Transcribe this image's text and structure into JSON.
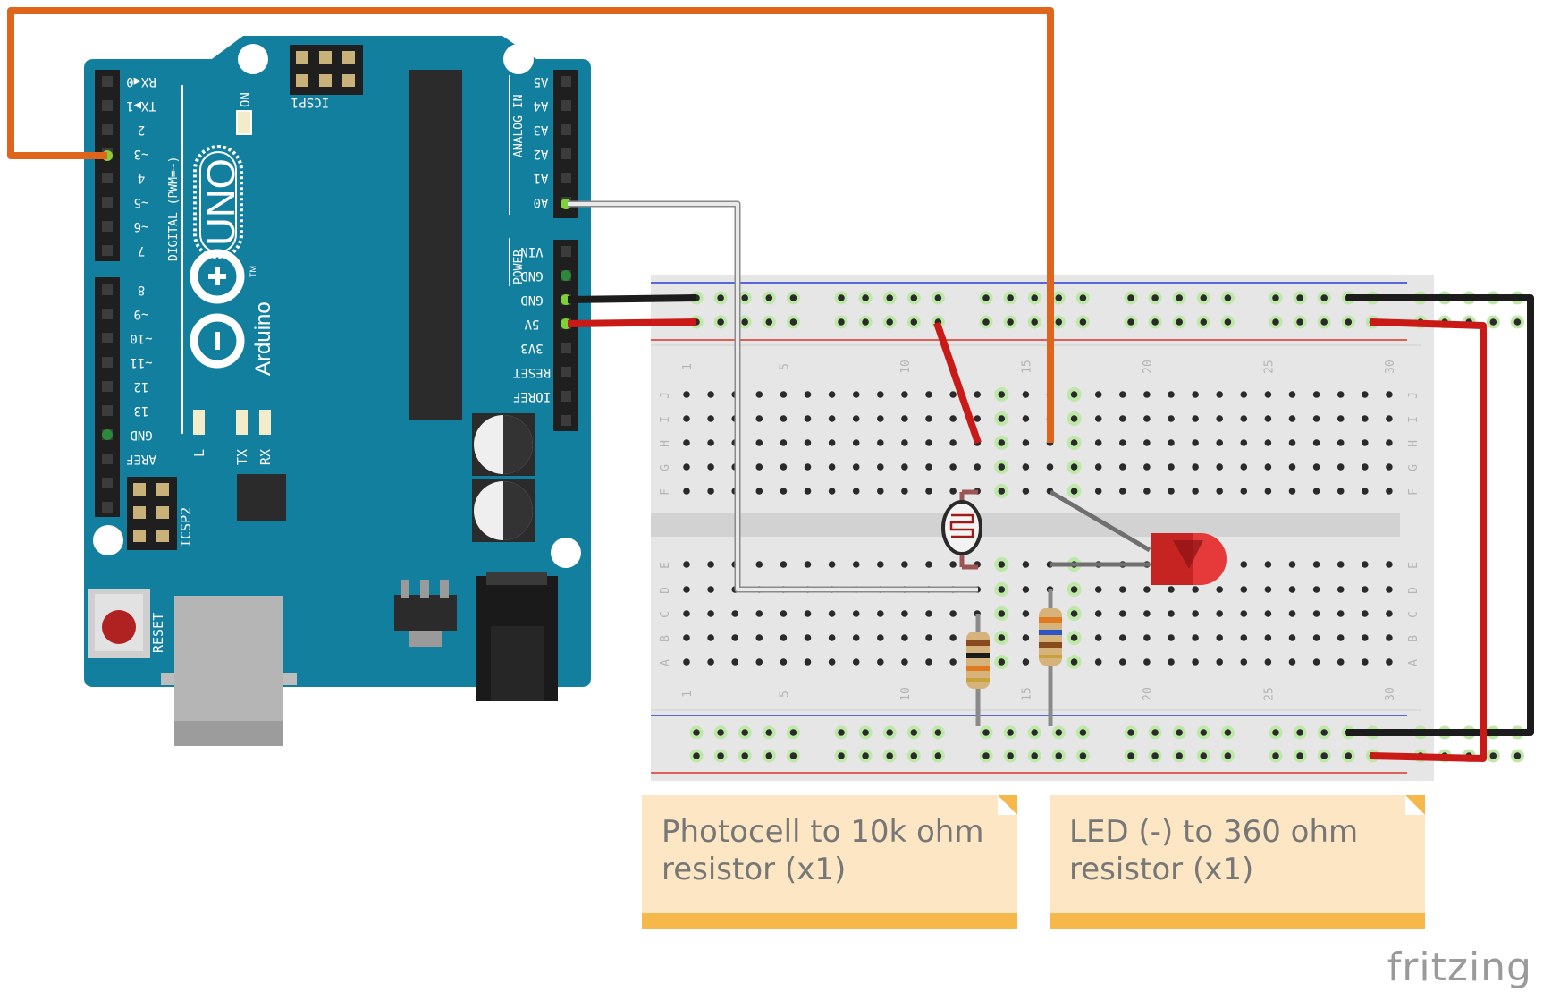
{
  "arduino": {
    "brand": "Arduino",
    "model": "UNO",
    "trademark": "TM",
    "icsp_label": "ICSP",
    "icsp2_label": "ICSP2",
    "icsp_pin1": "1",
    "reset_label": "RESET",
    "on_label": "ON",
    "digital_label": "DIGITAL (PWM=~)",
    "analog_label": "ANALOG IN",
    "power_label": "POWER",
    "led_labels": [
      "L",
      "TX",
      "RX"
    ],
    "digital_pins_top": [
      "RX◀0",
      "TX▶1",
      "2",
      "~3",
      "4",
      "~5",
      "~6",
      "7"
    ],
    "digital_pins_bottom": [
      "8",
      "~9",
      "~10",
      "~11",
      "12",
      "13",
      "GND",
      "AREF"
    ],
    "analog_pins": [
      "A5",
      "A4",
      "A3",
      "A2",
      "A1",
      "A0"
    ],
    "power_pins": [
      "VIN",
      "GND",
      "GND",
      "5V",
      "3V3",
      "RESET",
      "IOREF"
    ]
  },
  "breadboard": {
    "column_numbers": [
      "1",
      "5",
      "10",
      "15",
      "20",
      "25",
      "30"
    ],
    "row_letters_top": [
      "J",
      "I",
      "H",
      "G",
      "F"
    ],
    "row_letters_bottom": [
      "E",
      "D",
      "C",
      "B",
      "A"
    ]
  },
  "notes": [
    {
      "text_line1": "Photocell to 10k ohm",
      "text_line2": "resistor (x1)"
    },
    {
      "text_line1": "LED (-) to 360 ohm",
      "text_line2": "resistor (x1)"
    }
  ],
  "branding": "fritzing",
  "colors": {
    "board": "#137f9f",
    "wire_orange": "#e0651c",
    "wire_red": "#c91a17",
    "wire_black": "#1c1c1c",
    "wire_white": "#e9e9e9",
    "breadboard": "#e6e6e6",
    "rail_blue": "#2a3ad6",
    "rail_red": "#d9322b",
    "note_bg": "#fde6c3",
    "note_accent": "#f7b84b"
  }
}
